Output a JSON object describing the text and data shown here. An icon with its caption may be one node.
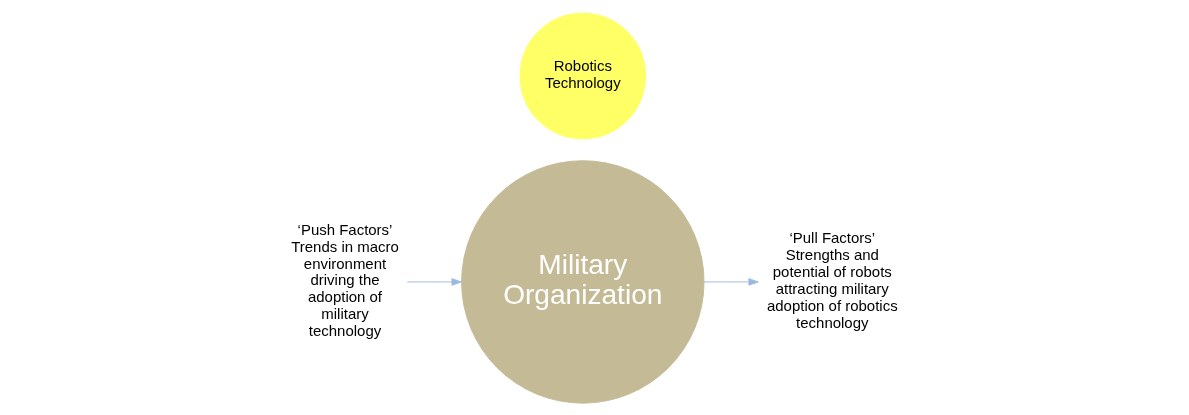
{
  "diagram": {
    "nodes": [
      {
        "text": [
          "‘Push Factors’",
          "Trends in macro environment driving the adoption of military technology"
        ]
      },
      {
        "text": [
          "Military Organization"
        ]
      },
      {
        "text": [
          "Robotics Technology"
        ]
      },
      {
        "text": [
          "‘Pull Factors’",
          "Strengths and potential of robots attracting military adoption of robotics technology"
        ]
      }
    ],
    "edges": [
      {
        "from": 0,
        "to": 1,
        "arrow": "to"
      },
      {
        "from": 1,
        "to": 3,
        "arrow": "to"
      }
    ]
  }
}
